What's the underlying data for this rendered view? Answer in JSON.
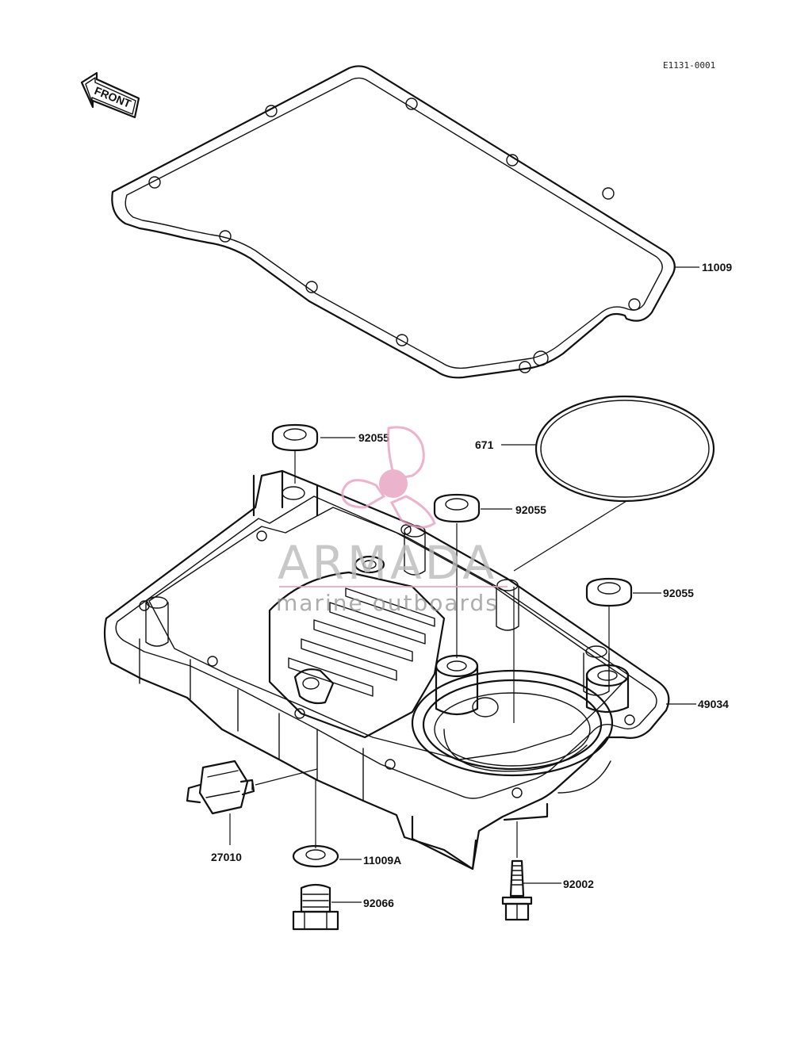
{
  "diagram": {
    "code": "E1131-0001",
    "front_label": "FRONT",
    "watermark": {
      "brand": "ARMADA",
      "tagline": "marine outboards",
      "accent_color": "#e8a1c0",
      "text_color": "#b9b9b9"
    },
    "parts": [
      {
        "id": "p11009",
        "label": "11009"
      },
      {
        "id": "p92055a",
        "label": "92055"
      },
      {
        "id": "p671",
        "label": "671"
      },
      {
        "id": "p92055b",
        "label": "92055"
      },
      {
        "id": "p92055c",
        "label": "92055"
      },
      {
        "id": "p49034",
        "label": "49034"
      },
      {
        "id": "p27010",
        "label": "27010"
      },
      {
        "id": "p11009a",
        "label": "11009A"
      },
      {
        "id": "p92002",
        "label": "92002"
      },
      {
        "id": "p92066",
        "label": "92066"
      }
    ]
  }
}
